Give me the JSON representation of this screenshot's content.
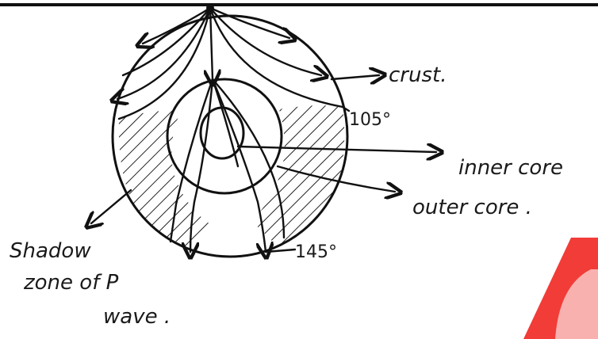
{
  "labels": {
    "crust": "crust.",
    "inner_core": "inner core",
    "outer_core": "outer core .",
    "angle_105": "105°",
    "angle_145": "145°",
    "shadow_line1": "Shadow",
    "shadow_line2": "zone of P",
    "shadow_line3": "wave ."
  },
  "colors": {
    "ink": "#111111",
    "watermark": "#f0322d"
  }
}
